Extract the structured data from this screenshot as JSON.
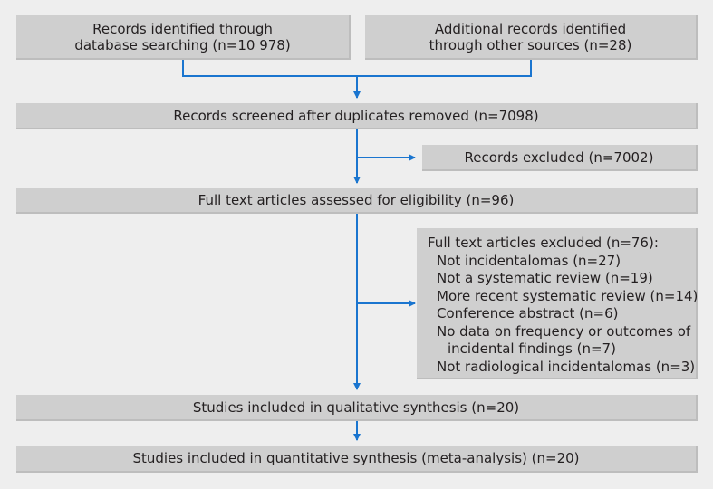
{
  "boxes": {
    "db_search": {
      "line1": "Records identified through",
      "line2": "database searching (n=10 978)"
    },
    "other_sources": {
      "line1": "Additional records identified",
      "line2": "through other sources (n=28)"
    },
    "screened": "Records screened after duplicates removed (n=7098)",
    "excluded": "Records excluded (n=7002)",
    "fulltext": "Full text articles assessed for eligibility (n=96)",
    "fulltext_excluded": {
      "title": "Full text articles excluded (n=76):",
      "reasons": [
        "Not incidentalomas (n=27)",
        "Not a systematic review (n=19)",
        "More recent systematic review (n=14)",
        "Conference abstract (n=6)",
        "No data on frequency or outcomes of",
        "incidental findings (n=7)",
        "Not radiological incidentalomas (n=3)"
      ]
    },
    "qualitative": "Studies included in qualitative synthesis (n=20)",
    "quantitative": "Studies included in quantitative synthesis (meta-analysis) (n=20)"
  },
  "colors": {
    "arrow": "#1a75cf",
    "box": "#cfcfcf",
    "background": "#eeeeee"
  }
}
